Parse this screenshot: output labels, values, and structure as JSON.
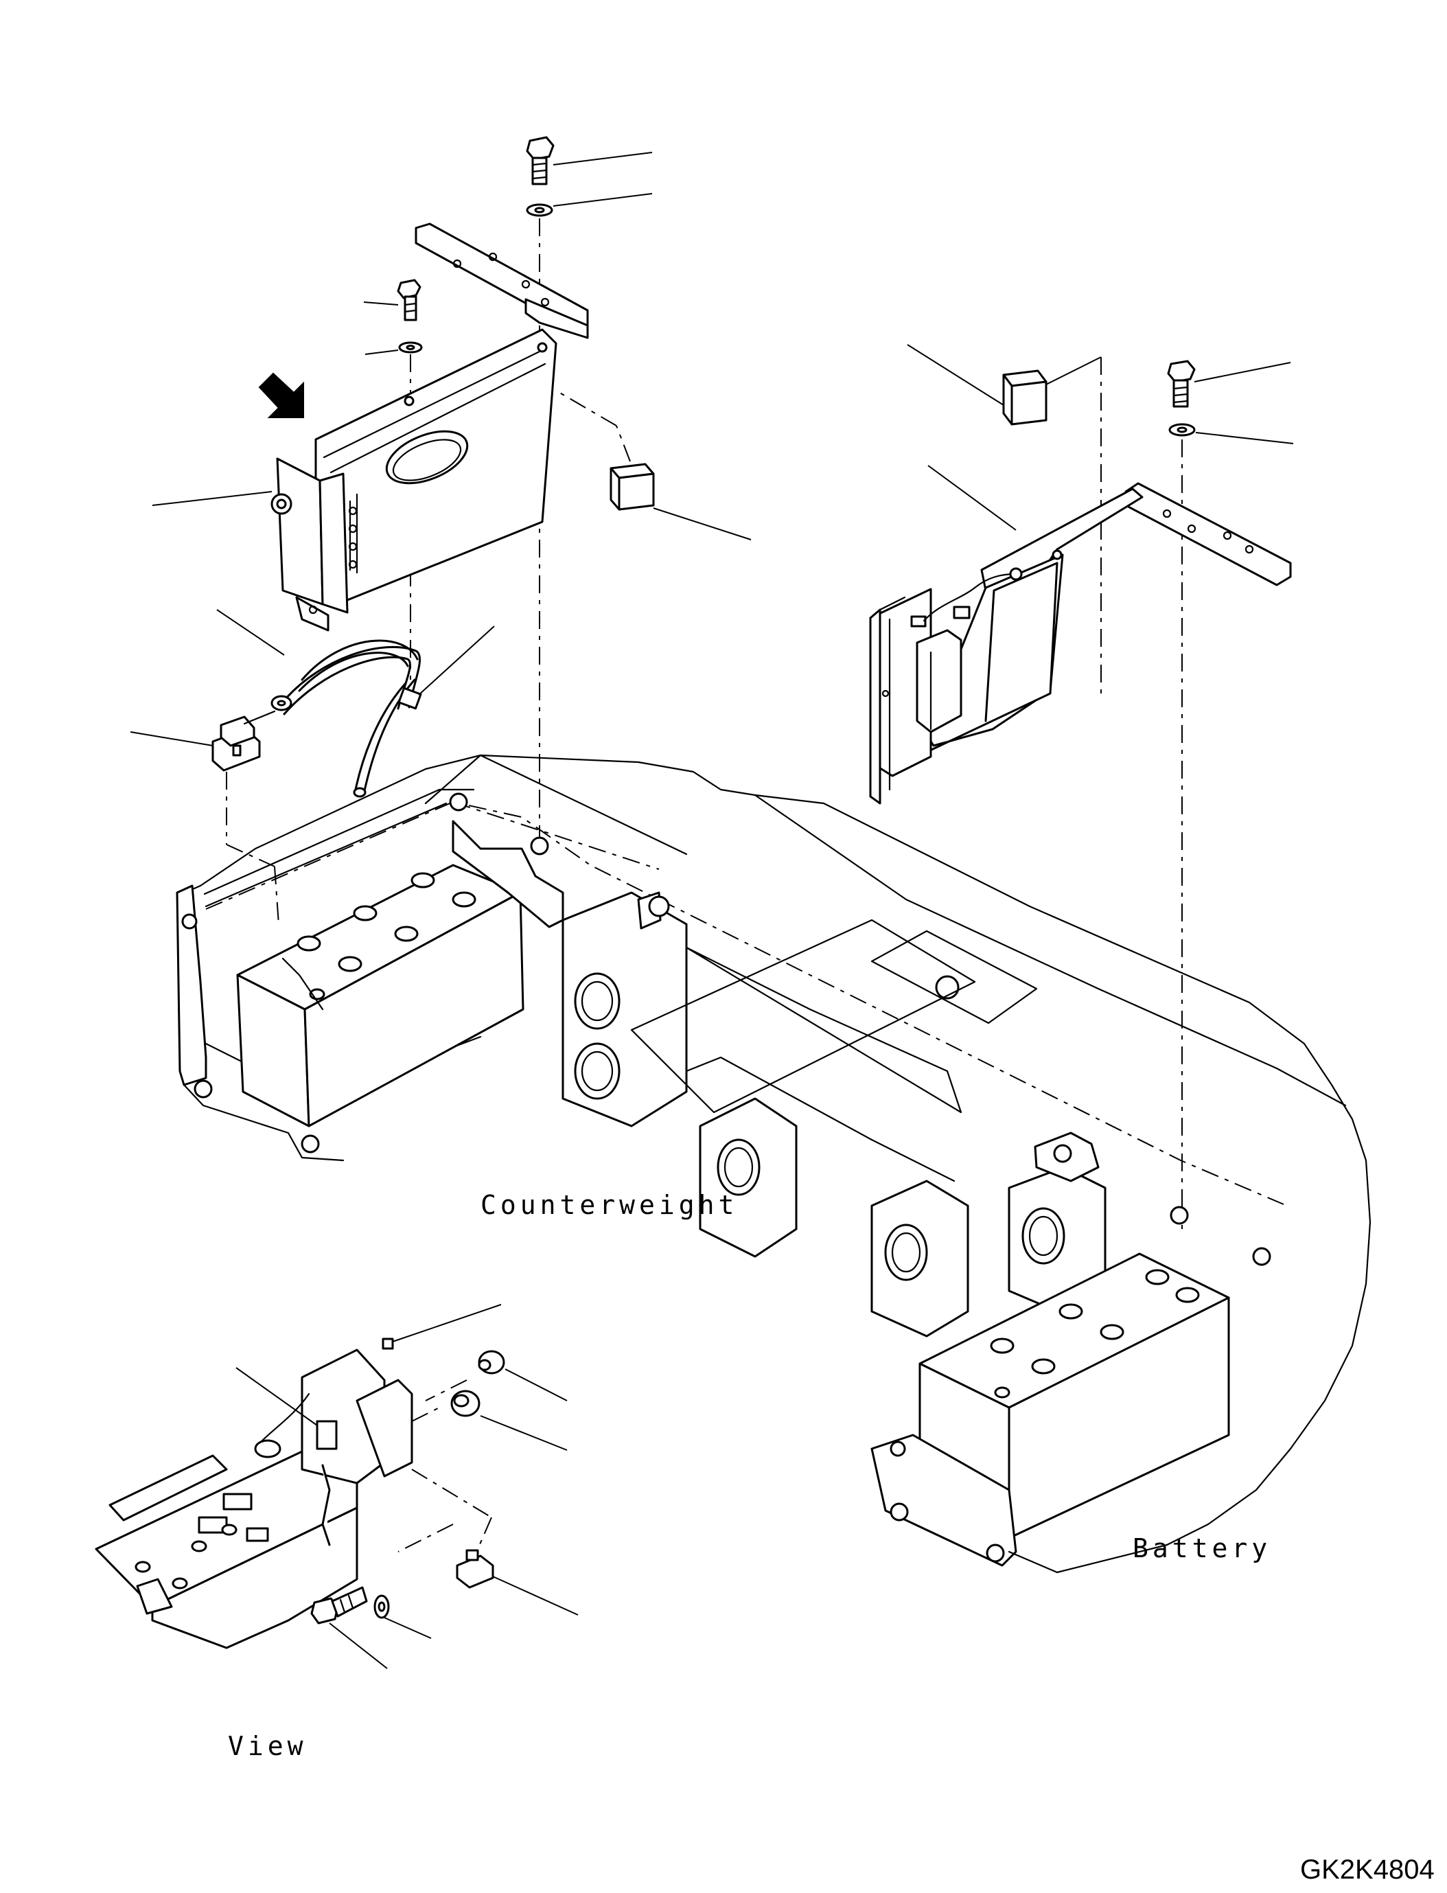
{
  "labels": {
    "counterweight": "Counterweight",
    "battery": "Battery",
    "view": "View",
    "drawing_code": "GK2K4804"
  },
  "icons": {
    "view_arrow": "arrow-down-right-icon"
  },
  "colors": {
    "ink": "#000000",
    "paper": "#ffffff"
  }
}
